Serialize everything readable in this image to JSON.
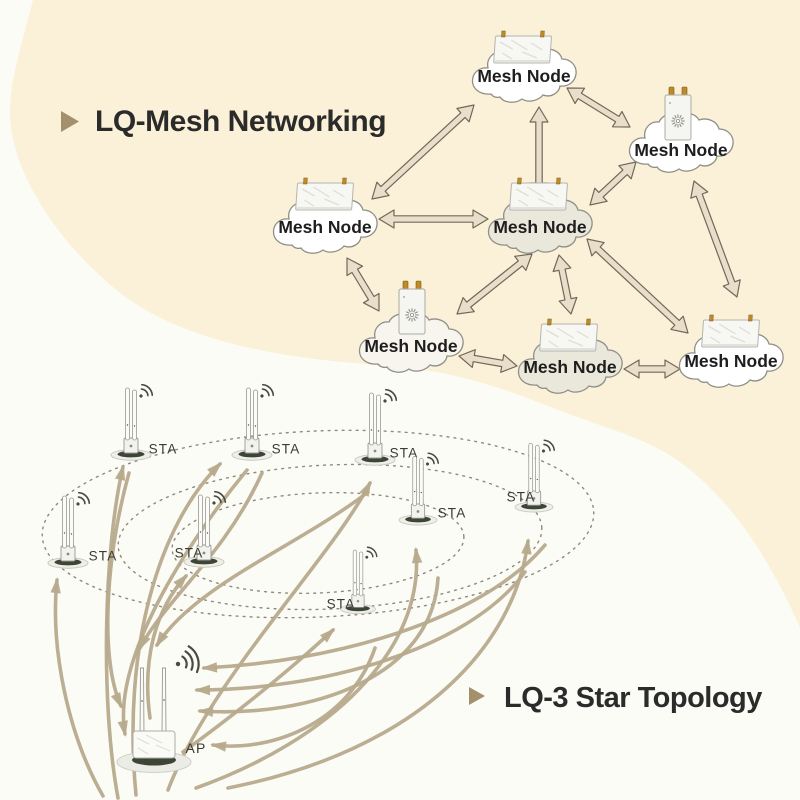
{
  "titles": {
    "mesh": "LQ-Mesh Networking",
    "star": "LQ-3 Star Topology"
  },
  "mesh_network": {
    "nodes": [
      {
        "id": "top",
        "label": "Mesh Node"
      },
      {
        "id": "right",
        "label": "Mesh Node"
      },
      {
        "id": "left",
        "label": "Mesh Node"
      },
      {
        "id": "center",
        "label": "Mesh Node"
      },
      {
        "id": "lower-left",
        "label": "Mesh Node"
      },
      {
        "id": "bottom-center",
        "label": "Mesh Node"
      },
      {
        "id": "bottom-right",
        "label": "Mesh Node"
      }
    ],
    "links": [
      [
        "left",
        "top"
      ],
      [
        "top",
        "right"
      ],
      [
        "top",
        "center"
      ],
      [
        "right",
        "center"
      ],
      [
        "right",
        "bottom-right"
      ],
      [
        "left",
        "center"
      ],
      [
        "left",
        "lower-left"
      ],
      [
        "center",
        "lower-left"
      ],
      [
        "center",
        "bottom-center"
      ],
      [
        "center",
        "bottom-right"
      ],
      [
        "lower-left",
        "bottom-center"
      ],
      [
        "bottom-center",
        "bottom-right"
      ]
    ]
  },
  "star_topology": {
    "ap": {
      "label": "AP"
    },
    "stations": [
      {
        "label": "STA"
      },
      {
        "label": "STA"
      },
      {
        "label": "STA"
      },
      {
        "label": "STA"
      },
      {
        "label": "STA"
      },
      {
        "label": "STA"
      },
      {
        "label": "STA"
      },
      {
        "label": "STA"
      }
    ],
    "orbit_rings": 3
  },
  "colors": {
    "background_cream": "#FAF1D8",
    "background_white": "#FCFCF7",
    "mesh_arrow_fill": "#E9DECA",
    "mesh_arrow_stroke": "#71685A",
    "star_arrow": "#B7AA8C",
    "cloud_stroke": "#8F8F88",
    "cloud_fill_white": "#FFFFFF",
    "cloud_fill_gray": "#EAE7DB",
    "orbit_dots": "#8D897B",
    "title_text": "#2B2B2B",
    "bullet": "#A3906C",
    "label_text": "#1E1E1E",
    "sta_text": "#3A3A32",
    "antenna_base_dark": "#3D4536",
    "gold_pin": "#C08A28"
  }
}
